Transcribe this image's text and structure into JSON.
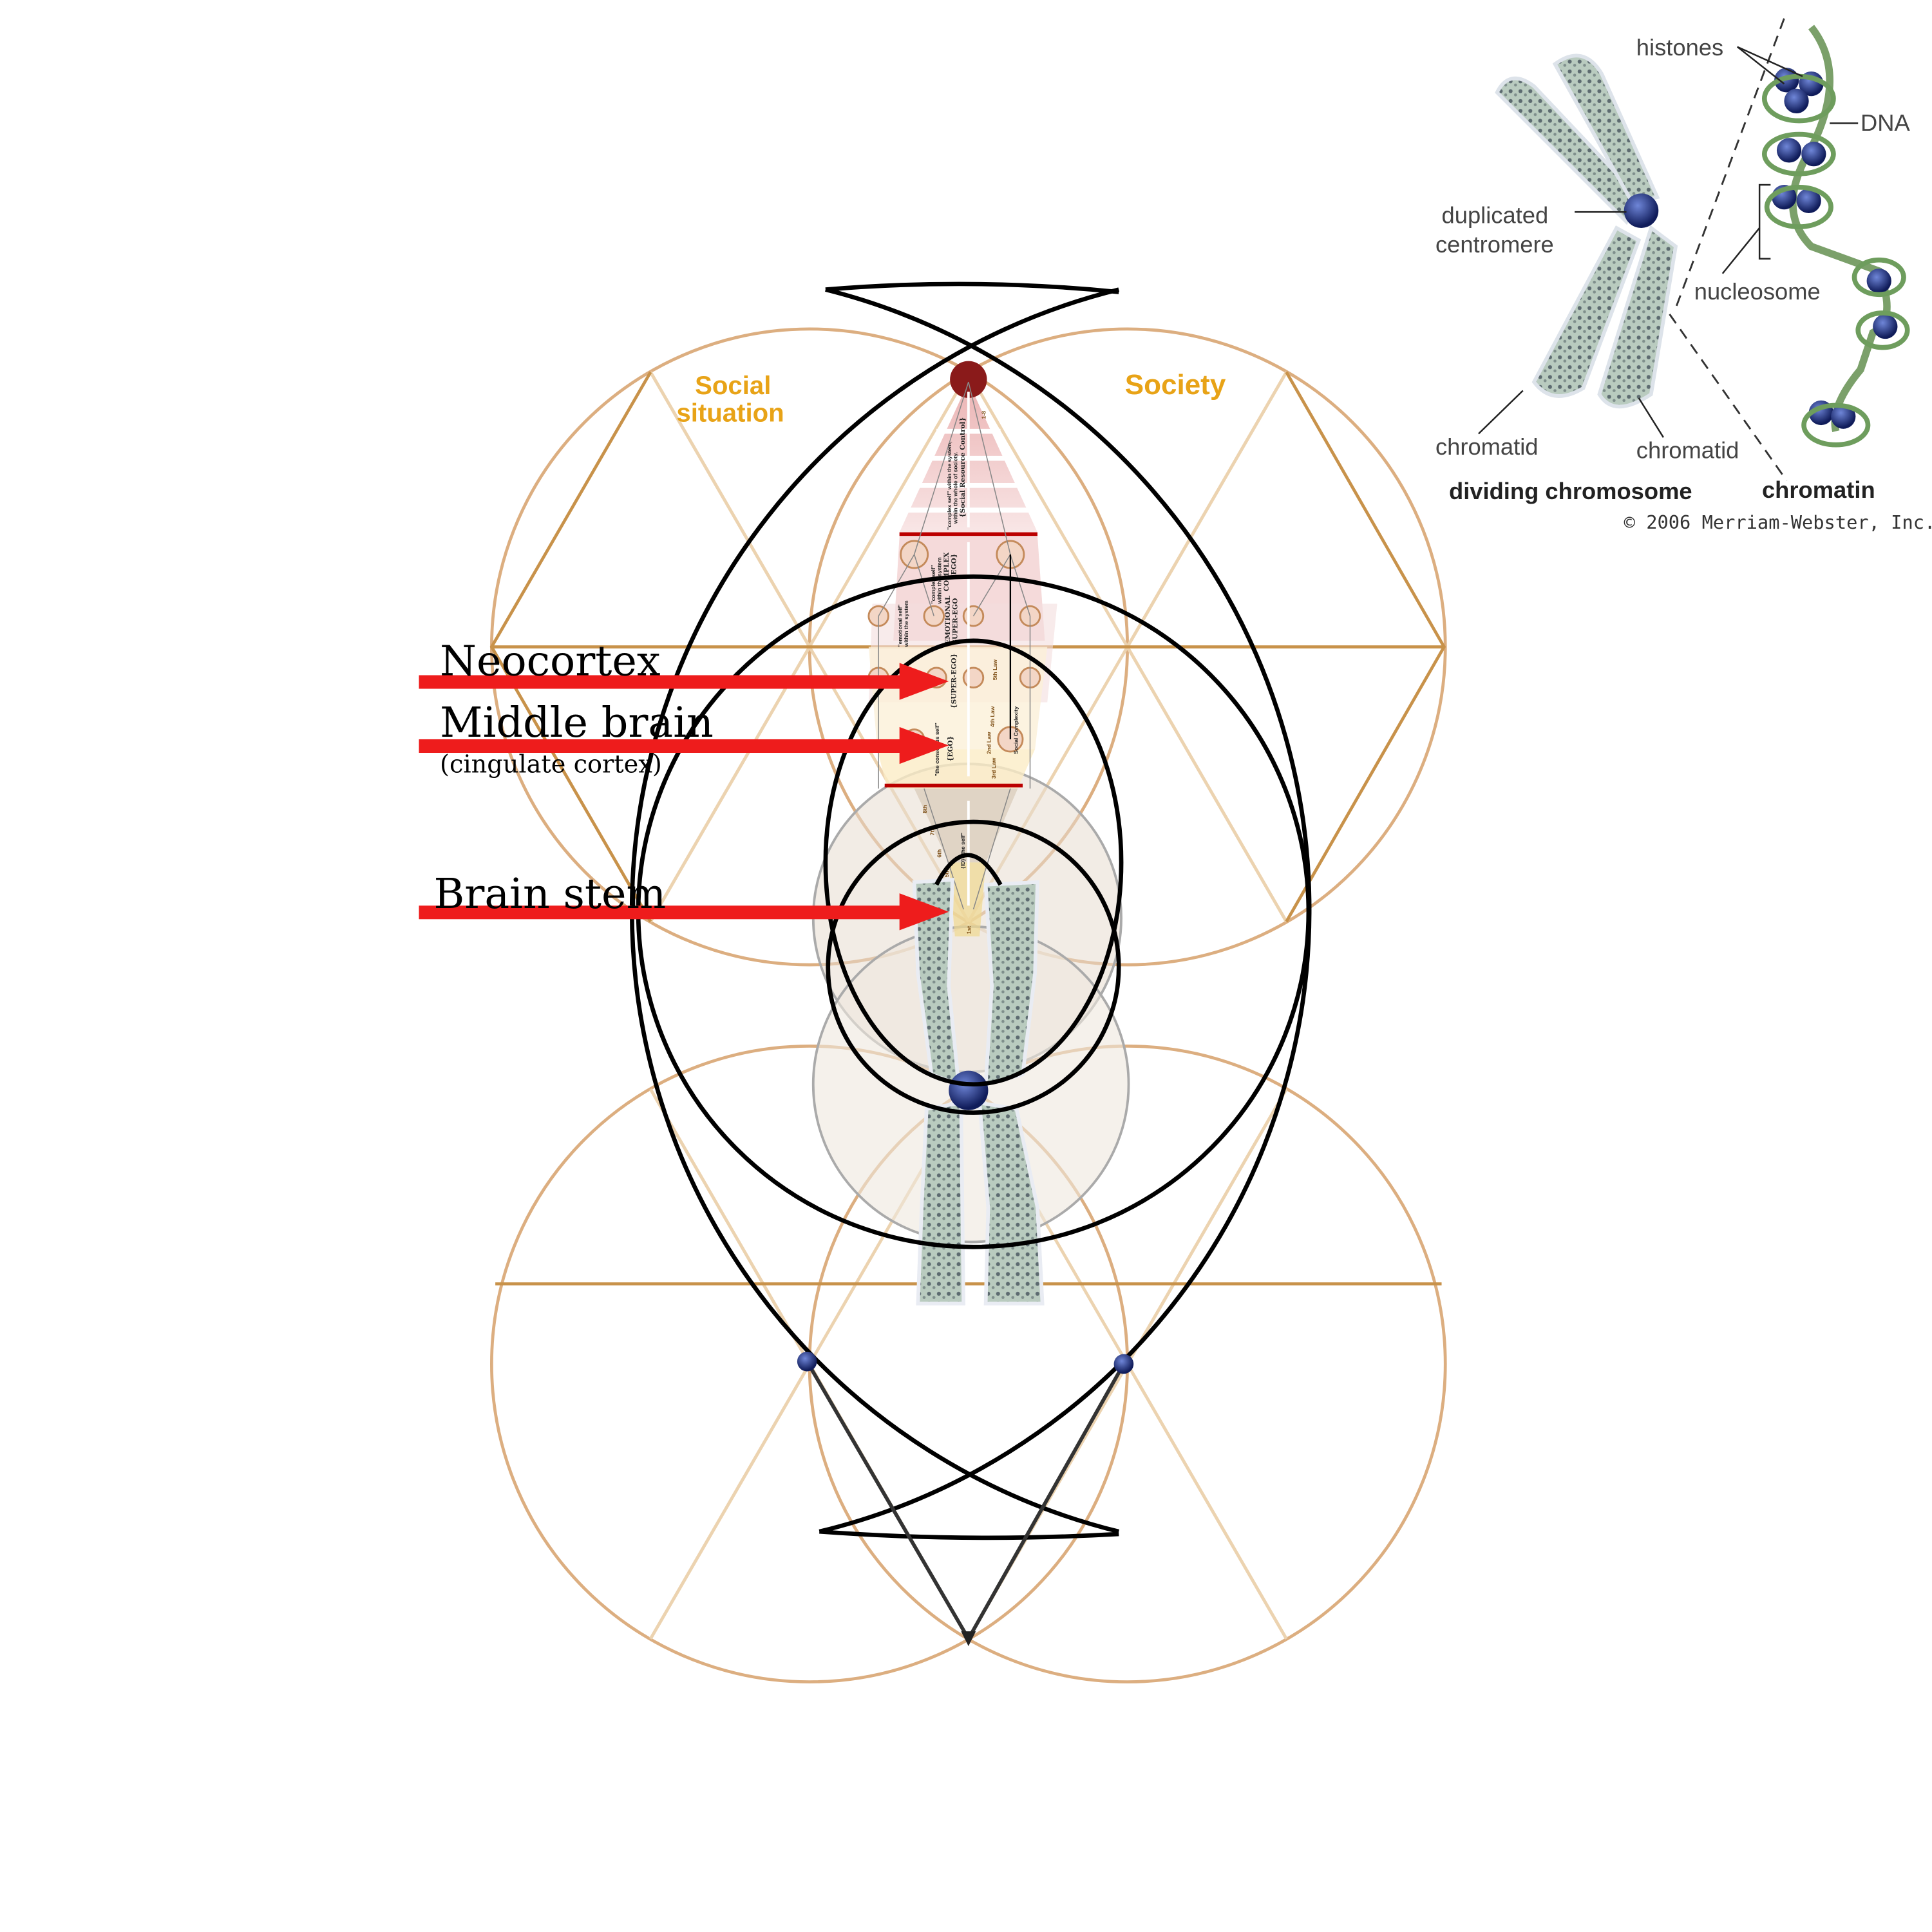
{
  "labels": {
    "social_situation_1": "Social",
    "social_situation_2": "situation",
    "society": "Society",
    "neocortex": "Neocortex",
    "middle_brain": "Middle brain",
    "cingulate_cortex": "(cingulate cortex)",
    "brain_stem": "Brain stem"
  },
  "pyramid": {
    "top_text_1": "\"complex self\" within the system,",
    "top_text_2": "within the whole of society.",
    "top_text_3": "{Social Resource Control}",
    "complex_1": "\"complex self\"",
    "complex_2": "within the system",
    "complex_3": "COMPLEX",
    "complex_4": "{EGO}",
    "emotional_1": "\"emotional self\"",
    "emotional_2": "within the system",
    "emotional_3": "EMOTIONAL",
    "emotional_4": "SUPER-EGO",
    "superego": "{SUPER-EGO}",
    "conscious_1": "\"the conscious self\"",
    "conscious_2": "{EGO}",
    "law5": "5th Law",
    "law4": "4th Law",
    "law3": "3rd Law",
    "law2": "2nd Law",
    "social_complexity": "Social Complexity",
    "range": "1-8",
    "id_self": "{ID} \"the self\"",
    "ordinals": [
      "8th",
      "7th",
      "6th",
      "5th",
      "4th",
      "3rd",
      "2nd",
      "1st"
    ]
  },
  "inset": {
    "histones": "histones",
    "dna": "DNA",
    "duplicated": "duplicated",
    "centromere": "centromere",
    "nucleosome": "nucleosome",
    "chromatid_left": "chromatid",
    "chromatid_right": "chromatid",
    "dividing_chromosome": "dividing chromosome",
    "chromatin": "chromatin",
    "copyright": "© 2006 Merriam-Webster, Inc."
  },
  "colors": {
    "tan": "#d9a56e",
    "tan_line": "#c8924a",
    "tan_light": "#ecd3b0",
    "gold_text": "#e8a317",
    "arrow_red": "#ee1c1c",
    "black": "#000000",
    "chromosome": "#b8c8bd",
    "centromere_blue": "#1a2a6e",
    "pyramid_pink": "#f2c9c9",
    "pyramid_yellow": "#fbecc6"
  }
}
